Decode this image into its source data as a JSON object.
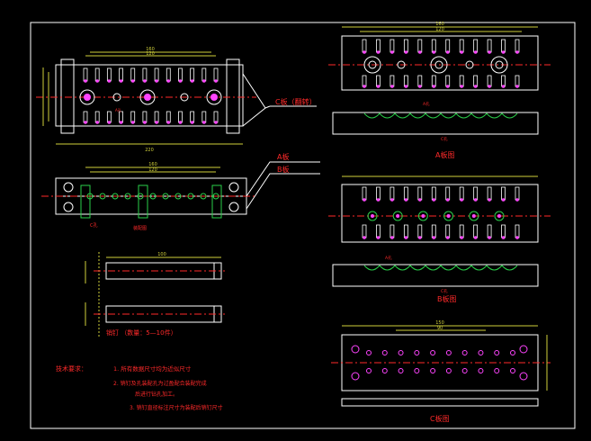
{
  "colors": {
    "background": "#000000",
    "border": "#ffffff",
    "outline": "#ffffff",
    "dimension": "#cfcf3a",
    "center_line": "#ff2a2a",
    "pin": "#ff44ff",
    "hole": "#2ad04a",
    "text": "#ff2a2a"
  },
  "labels": {
    "c_plate": "C板（翻转）",
    "a_plate": "A板",
    "b_plate": "B板",
    "a_hole": "A孔",
    "c_hole_top": "C孔",
    "assembly": "装配图",
    "a_plate_view": "A板图",
    "b_plate_view": "B板图",
    "c_plate_view": "C板图",
    "pin_caption": "销钉  （数量：5—10件）",
    "a_hole_note": "A孔",
    "a_hole_note2": "A孔",
    "c_hole_mid": "C孔",
    "c_hole_bottom": "C孔"
  },
  "notes": {
    "title": "技术要求：",
    "line1": "1. 所有数据尺寸均为近似尺寸",
    "line2": "2. 销钉及孔装配孔为过盈配合装配完成",
    "line2b": "后进行钻孔加工。",
    "line3": "3. 销钉直径标注尺寸为装配后销钉尺寸"
  },
  "dimensions": {
    "top_left_width": "160",
    "top_left_inner": "120",
    "top_left_total": "220",
    "mid_left_width": "160",
    "mid_left_inner": "120",
    "pin_length": "100",
    "right_top_width": "160",
    "right_top_inner": "120",
    "right_c_width": "150",
    "right_c_inner": "90"
  }
}
